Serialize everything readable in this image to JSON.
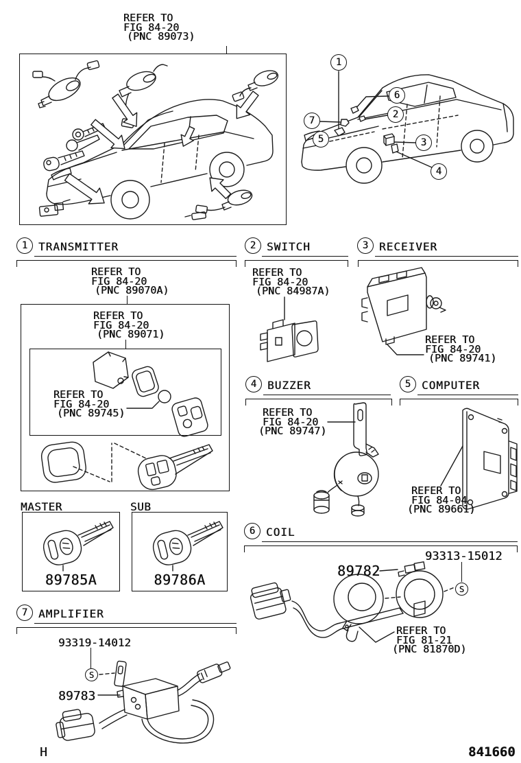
{
  "page": {
    "sheet_letter": "H",
    "figure_code": "841660"
  },
  "overview_ref": {
    "l1": "REFER TO",
    "l2": "FIG 84-20",
    "l3": "(PNC 89073)"
  },
  "callouts": {
    "n1": "1",
    "n2": "2",
    "n3": "3",
    "n4": "4",
    "n5": "5",
    "n6": "6",
    "n7": "7"
  },
  "sections": {
    "transmitter": {
      "num": "1",
      "title": "TRANSMITTER",
      "ref_main": {
        "l1": "REFER TO",
        "l2": "FIG 84-20",
        "l3": "(PNC 89070A)"
      },
      "ref_case": {
        "l1": "REFER TO",
        "l2": "FIG 84-20",
        "l3": "(PNC 89071)"
      },
      "ref_button": {
        "l1": "REFER TO",
        "l2": "FIG 84-20",
        "l3": "(PNC 89745)"
      },
      "master": {
        "label": "MASTER",
        "part": "89785A"
      },
      "sub": {
        "label": "SUB",
        "part": "89786A"
      }
    },
    "switch": {
      "num": "2",
      "title": "SWITCH",
      "ref": {
        "l1": "REFER TO",
        "l2": "FIG 84-20",
        "l3": "(PNC 84987A)"
      }
    },
    "receiver": {
      "num": "3",
      "title": "RECEIVER",
      "ref": {
        "l1": "REFER TO",
        "l2": "FIG 84-20",
        "l3": "(PNC 89741)"
      }
    },
    "buzzer": {
      "num": "4",
      "title": "BUZZER",
      "ref": {
        "l1": "REFER TO",
        "l2": "FIG 84-20",
        "l3": "(PNC 89747)"
      }
    },
    "computer": {
      "num": "5",
      "title": "COMPUTER",
      "ref": {
        "l1": "REFER TO",
        "l2": "FIG 84-04",
        "l3": "(PNC 89661)"
      }
    },
    "coil": {
      "num": "6",
      "title": "COIL",
      "screw_part": "93313-15012",
      "coil_part": "89782",
      "s_mark": "S",
      "ref": {
        "l1": "REFER TO",
        "l2": "FIG 81-21",
        "l3": "(PNC 81870D)"
      }
    },
    "amplifier": {
      "num": "7",
      "title": "AMPLIFIER",
      "screw_part": "93319-14012",
      "amp_part": "89783",
      "s_mark": "S"
    }
  }
}
